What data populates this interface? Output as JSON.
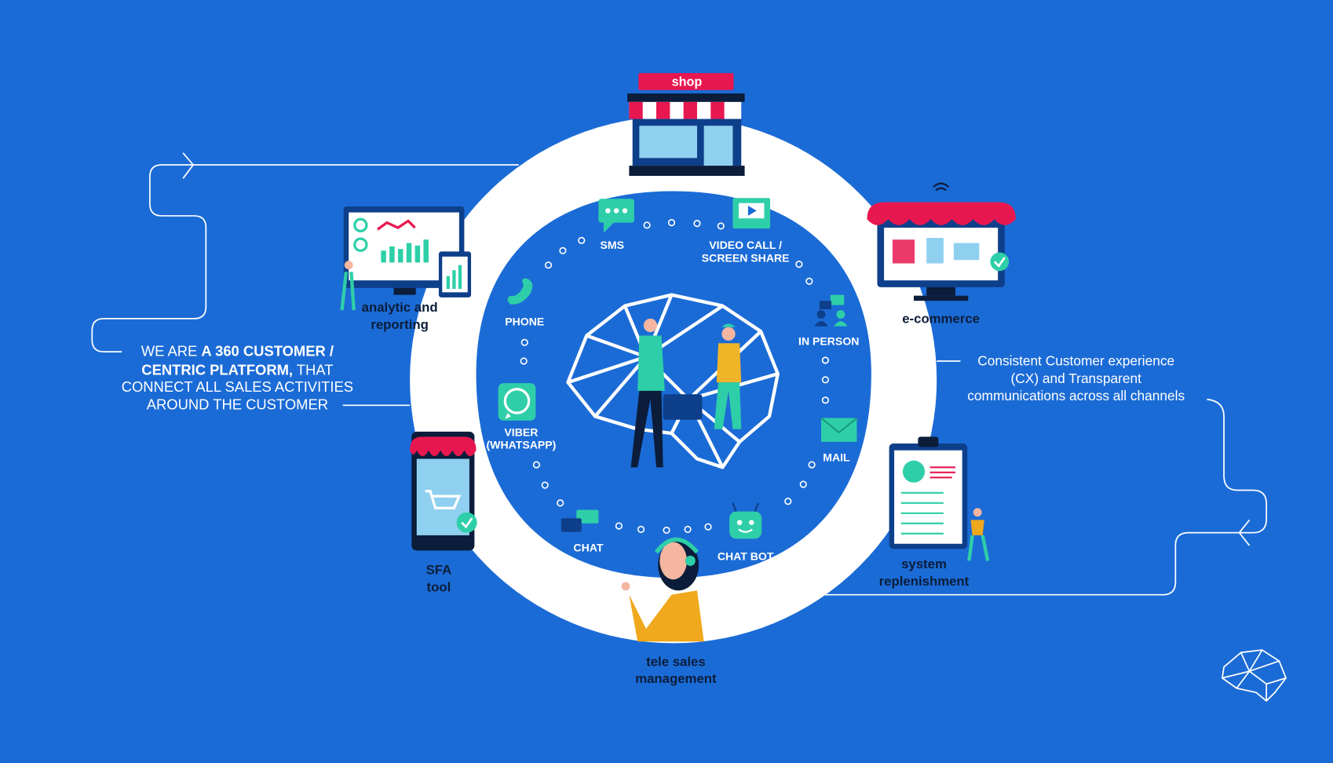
{
  "shop": {
    "sign": "shop"
  },
  "channels": {
    "sms": "SMS",
    "video_call": [
      "VIDEO CALL /",
      "SCREEN SHARE"
    ],
    "phone": "PHONE",
    "in_person": "IN PERSON",
    "viber": [
      "VIBER",
      "(WHATSAPP)"
    ],
    "mail": "MAIL",
    "chat": "CHAT",
    "chat_bot": "CHAT BOT"
  },
  "touchpoints": {
    "analytic": [
      "analytic and",
      "reporting"
    ],
    "ecommerce": "e-commerce",
    "sfa": [
      "SFA",
      "tool"
    ],
    "tele_sales": [
      "tele sales",
      "management"
    ],
    "replenishment": [
      "system",
      "replenishment"
    ]
  },
  "left_text": {
    "line1_plain": "WE ARE ",
    "line1_bold": "A 360 CUSTOMER /",
    "line2_bold": "CENTRIC PLATFORM,",
    "line2_plain": " THAT",
    "line3": "CONNECT ALL SALES ACTIVITIES",
    "line4": "AROUND THE CUSTOMER"
  },
  "right_text": [
    "Consistent Customer experience",
    "(CX) and Transparent",
    "communications across all channels"
  ],
  "colors": {
    "background": "#1b6bd6",
    "ring": "#ffffff",
    "accent": "#2ecfa8",
    "awning": "#e8174f"
  }
}
